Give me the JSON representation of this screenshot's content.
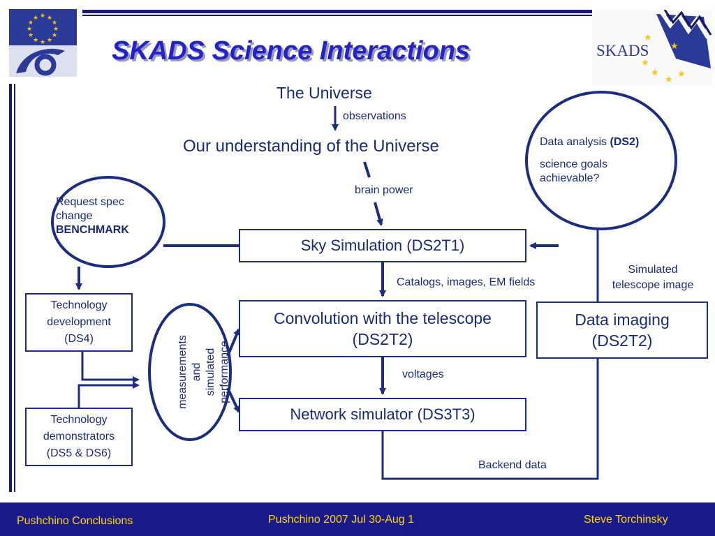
{
  "header": {
    "title": "SKADS Science Interactions",
    "right_logo_text": "SKADS"
  },
  "diagram": {
    "universe": "The Universe",
    "observations": "observations",
    "understanding": "Our understanding of the Universe",
    "brain_power": "brain power",
    "request_spec": {
      "line1": "Request spec",
      "line2": "change",
      "line3": "BENCHMARK"
    },
    "data_analysis": {
      "line1_prefix": "Data analysis ",
      "line1_bold": "(DS2)",
      "line2": "science goals",
      "line3": "achievable?"
    },
    "sky_simulation": "Sky Simulation (DS2T1)",
    "catalogs": "Catalogs, images, EM fields",
    "simulated_telescope": {
      "line1": "Simulated",
      "line2": "telescope image"
    },
    "tech_dev": {
      "line1": "Technology",
      "line2": "development",
      "line3": "(DS4)"
    },
    "tech_demo": {
      "line1": "Technology",
      "line2": "demonstrators",
      "line3": "(DS5 & DS6)"
    },
    "measurements": {
      "line1": "measurements",
      "line2": "and",
      "line3": "simulated",
      "line4": "performance"
    },
    "convolution": {
      "line1": "Convolution with the telescope",
      "line2": "(DS2T2)"
    },
    "data_imaging": {
      "line1": "Data imaging",
      "line2": "(DS2T2)"
    },
    "voltages": "voltages",
    "network_simulator": "Network simulator (DS3T3)",
    "backend_data": "Backend data"
  },
  "footer": {
    "left": "Pushchino Conclusions",
    "center": "Pushchino 2007 Jul 30-Aug 1",
    "right": "Steve Torchinsky"
  },
  "colors": {
    "line": "#1c2c80",
    "title": "#2323c8",
    "footer_bg": "#1a1a8c",
    "footer_text": "#ffd700",
    "eu_blue": "#2b3a96",
    "star_gold": "#f5c518"
  }
}
